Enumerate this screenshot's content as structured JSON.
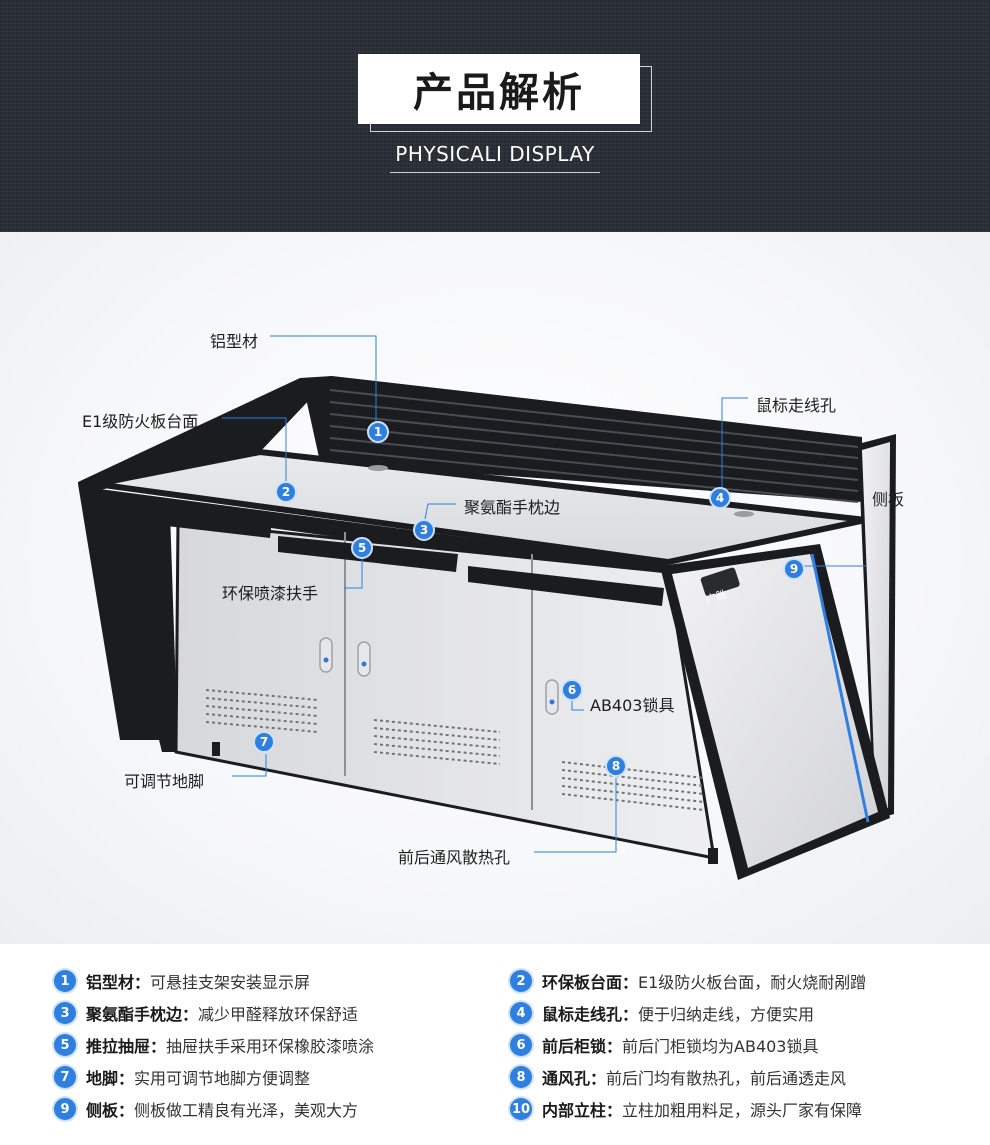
{
  "header": {
    "title": "产品解析",
    "subtitle": "PHYSICALI DISPLAY"
  },
  "callouts": [
    {
      "num": "1",
      "label": "铝型材"
    },
    {
      "num": "2",
      "label": "E1级防火板台面"
    },
    {
      "num": "3",
      "label": "聚氨酯手枕边"
    },
    {
      "num": "4",
      "label": "鼠标走线孔"
    },
    {
      "num": "5",
      "label": "环保喷漆扶手"
    },
    {
      "num": "6",
      "label": "AB403锁具"
    },
    {
      "num": "7",
      "label": "可调节地脚"
    },
    {
      "num": "8",
      "label": "前后通风散热孔"
    },
    {
      "num": "9",
      "label": "侧板"
    }
  ],
  "logo_text": "广胜",
  "features": [
    {
      "num": "1",
      "name": "铝型材：",
      "desc": "可悬挂支架安装显示屏"
    },
    {
      "num": "2",
      "name": "环保板台面：",
      "desc": "E1级防火板台面，耐火烧耐剐蹭"
    },
    {
      "num": "3",
      "name": "聚氨酯手枕边：",
      "desc": "减少甲醛释放环保舒适"
    },
    {
      "num": "4",
      "name": "鼠标走线孔：",
      "desc": "便于归纳走线，方便实用"
    },
    {
      "num": "5",
      "name": "推拉抽屉：",
      "desc": "抽屉扶手采用环保橡胶漆喷涂"
    },
    {
      "num": "6",
      "name": "前后柜锁：",
      "desc": "前后门柜锁均为AB403锁具"
    },
    {
      "num": "7",
      "name": "地脚：",
      "desc": "实用可调节地脚方便调整"
    },
    {
      "num": "8",
      "name": "通风孔：",
      "desc": "前后门均有散热孔，前后通透走风"
    },
    {
      "num": "9",
      "name": "侧板：",
      "desc": "侧板做工精良有光泽，美观大方"
    },
    {
      "num": "10",
      "name": "内部立柱：",
      "desc": "立柱加粗用料足，源头厂家有保障"
    }
  ],
  "colors": {
    "header_bg": "#2b3038",
    "accent_blue": "#2f7fe0",
    "desk_frame": "#1c1c1e",
    "desk_panel": "#dcdde0"
  }
}
